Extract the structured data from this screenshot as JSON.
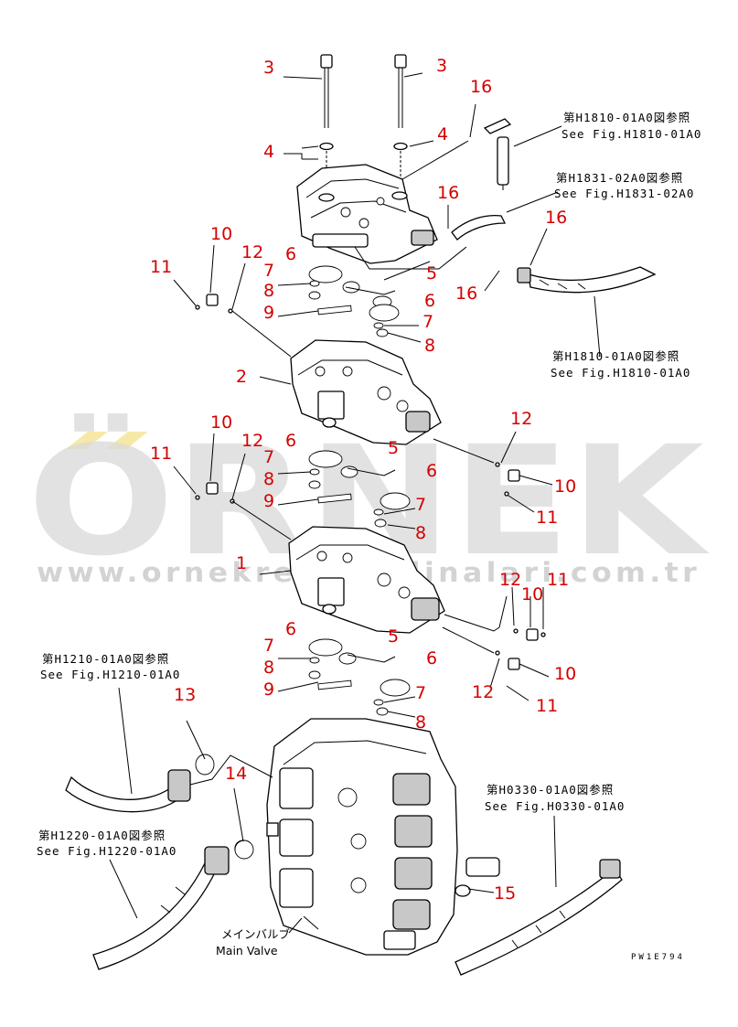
{
  "watermark": {
    "brand": "ÖRNEK",
    "url": "www.ornekresimcalinalari.com.tr",
    "accent_color": "#f6e9a8"
  },
  "callouts": [
    {
      "id": "c3a",
      "text": "3"
    },
    {
      "id": "c3b",
      "text": "3"
    },
    {
      "id": "c4a",
      "text": "4"
    },
    {
      "id": "c4b",
      "text": "4"
    },
    {
      "id": "c16a",
      "text": "16"
    },
    {
      "id": "c16b",
      "text": "16"
    },
    {
      "id": "c16c",
      "text": "16"
    },
    {
      "id": "c16d",
      "text": "16"
    },
    {
      "id": "c10a",
      "text": "10"
    },
    {
      "id": "c12a",
      "text": "12"
    },
    {
      "id": "c11a",
      "text": "11"
    },
    {
      "id": "c6a",
      "text": "6"
    },
    {
      "id": "c7a",
      "text": "7"
    },
    {
      "id": "c8a",
      "text": "8"
    },
    {
      "id": "c9a",
      "text": "9"
    },
    {
      "id": "c5a",
      "text": "5"
    },
    {
      "id": "c6b",
      "text": "6"
    },
    {
      "id": "c7b",
      "text": "7"
    },
    {
      "id": "c8b",
      "text": "8"
    },
    {
      "id": "c2",
      "text": "2"
    },
    {
      "id": "c12b",
      "text": "12"
    },
    {
      "id": "c10b",
      "text": "10"
    },
    {
      "id": "c11b",
      "text": "11"
    },
    {
      "id": "c10c",
      "text": "10"
    },
    {
      "id": "c12c",
      "text": "12"
    },
    {
      "id": "c11c",
      "text": "11"
    },
    {
      "id": "c6c",
      "text": "6"
    },
    {
      "id": "c7c",
      "text": "7"
    },
    {
      "id": "c8c",
      "text": "8"
    },
    {
      "id": "c9c",
      "text": "9"
    },
    {
      "id": "c5b",
      "text": "5"
    },
    {
      "id": "c6d",
      "text": "6"
    },
    {
      "id": "c7d",
      "text": "7"
    },
    {
      "id": "c8d",
      "text": "8"
    },
    {
      "id": "c1",
      "text": "1"
    },
    {
      "id": "c12d",
      "text": "12"
    },
    {
      "id": "c10d",
      "text": "10"
    },
    {
      "id": "c11d",
      "text": "11"
    },
    {
      "id": "c10e",
      "text": "10"
    },
    {
      "id": "c12e",
      "text": "12"
    },
    {
      "id": "c11e",
      "text": "11"
    },
    {
      "id": "c6e",
      "text": "6"
    },
    {
      "id": "c7e",
      "text": "7"
    },
    {
      "id": "c8e",
      "text": "8"
    },
    {
      "id": "c9e",
      "text": "9"
    },
    {
      "id": "c5c",
      "text": "5"
    },
    {
      "id": "c6f",
      "text": "6"
    },
    {
      "id": "c7f",
      "text": "7"
    },
    {
      "id": "c8f",
      "text": "8"
    },
    {
      "id": "c13",
      "text": "13"
    },
    {
      "id": "c14",
      "text": "14"
    },
    {
      "id": "c15",
      "text": "15"
    }
  ],
  "references": [
    {
      "id": "r1",
      "jp": "第H1810-01A0図参照",
      "en": "See Fig.H1810-01A0"
    },
    {
      "id": "r2",
      "jp": "第H1831-02A0図参照",
      "en": "See Fig.H1831-02A0"
    },
    {
      "id": "r3",
      "jp": "第H1810-01A0図参照",
      "en": "See Fig.H1810-01A0"
    },
    {
      "id": "r4",
      "jp": "第H1210-01A0図参照",
      "en": "See Fig.H1210-01A0"
    },
    {
      "id": "r5",
      "jp": "第H1220-01A0図参照",
      "en": "See Fig.H1220-01A0"
    },
    {
      "id": "r6",
      "jp": "第H0330-01A0図参照",
      "en": "See Fig.H0330-01A0"
    }
  ],
  "main_valve": {
    "jp": "メインバルブ",
    "en": "Main Valve"
  },
  "drawing_code": "PW1E794"
}
